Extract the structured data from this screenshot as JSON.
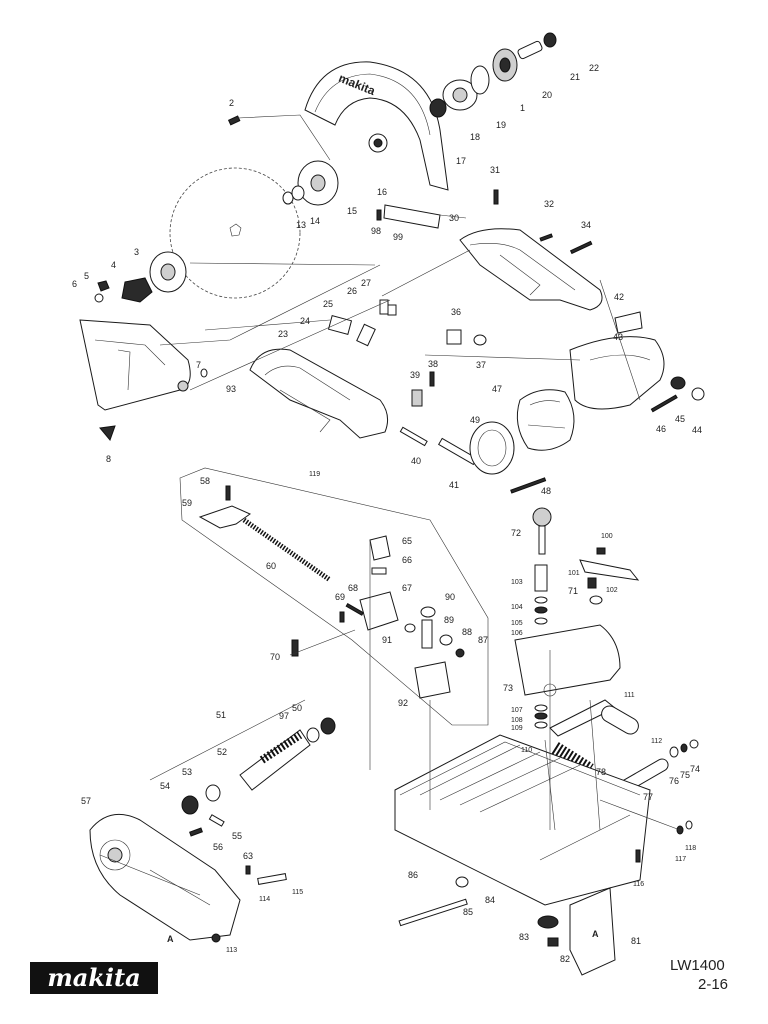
{
  "brand": "makita",
  "model": "LW1400",
  "page": "2-16",
  "callouts": [
    "1",
    "2",
    "3",
    "4",
    "5",
    "6",
    "7",
    "8",
    "13",
    "14",
    "15",
    "16",
    "17",
    "18",
    "19",
    "20",
    "21",
    "22",
    "23",
    "24",
    "25",
    "26",
    "27",
    "30",
    "31",
    "32",
    "34",
    "36",
    "37",
    "38",
    "39",
    "40",
    "41",
    "42",
    "43",
    "44",
    "45",
    "46",
    "47",
    "48",
    "49",
    "50",
    "51",
    "52",
    "53",
    "54",
    "55",
    "56",
    "57",
    "58",
    "59",
    "60",
    "63",
    "65",
    "66",
    "67",
    "68",
    "69",
    "70",
    "71",
    "72",
    "73",
    "74",
    "75",
    "76",
    "77",
    "78",
    "81",
    "82",
    "83",
    "84",
    "85",
    "86",
    "87",
    "88",
    "89",
    "90",
    "91",
    "92",
    "93",
    "97",
    "98",
    "99",
    "100",
    "101",
    "102",
    "103",
    "104",
    "105",
    "106",
    "107",
    "108",
    "109",
    "110",
    "111",
    "112",
    "113",
    "114",
    "115",
    "116",
    "117",
    "118",
    "119",
    "A",
    "A"
  ]
}
